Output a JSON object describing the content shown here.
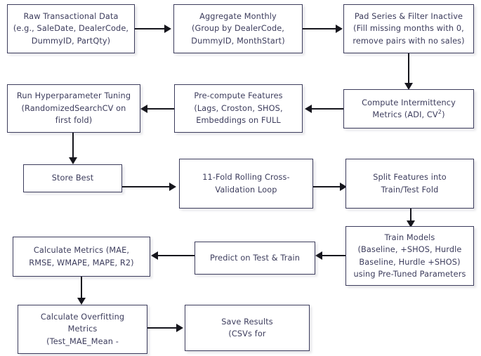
{
  "diagram": {
    "title": "Intermittent Demand Forecasting Pipeline Flowchart",
    "colors": {
      "node_border": "#3c3c5c",
      "node_fill": "#ffffff",
      "text": "#3c3c5c",
      "edge": "#16161d",
      "background": "#ffffff"
    },
    "nodes": [
      {
        "id": "raw-transactional-data",
        "lines": [
          "Raw Transactional Data",
          "(e.g., SaleDate, DealerCode,",
          "DummyID, PartQty)"
        ]
      },
      {
        "id": "aggregate-monthly",
        "lines": [
          "Aggregate Monthly",
          "(Group by DealerCode,",
          "DummyID, MonthStart)"
        ]
      },
      {
        "id": "pad-series-filter-inactive",
        "lines": [
          "Pad Series & Filter Inactive",
          "(Fill missing months with 0,",
          "remove pairs with no sales)"
        ]
      },
      {
        "id": "compute-intermittency-metrics",
        "lines": [
          "Compute Intermittency",
          "Metrics (ADI, CV²)"
        ]
      },
      {
        "id": "pre-compute-features",
        "lines": [
          "Pre-compute Features",
          "(Lags, Croston, SHOS,",
          "Embeddings on FULL"
        ]
      },
      {
        "id": "run-hyperparameter-tuning",
        "lines": [
          "Run Hyperparameter Tuning",
          "(RandomizedSearchCV on",
          "first fold)"
        ]
      },
      {
        "id": "store-best",
        "lines": [
          "Store Best"
        ]
      },
      {
        "id": "rolling-cross-validation-loop",
        "lines": [
          "11-Fold Rolling Cross-",
          "Validation Loop"
        ]
      },
      {
        "id": "split-features-train-test",
        "lines": [
          "Split Features into",
          "Train/Test Fold"
        ]
      },
      {
        "id": "train-models",
        "lines": [
          "Train Models",
          "(Baseline, +SHOS, Hurdle",
          "Baseline, Hurdle +SHOS)",
          "using Pre-Tuned Parameters"
        ]
      },
      {
        "id": "predict-on-test-train",
        "lines": [
          "Predict on Test & Train"
        ]
      },
      {
        "id": "calculate-metrics",
        "lines": [
          "Calculate Metrics (MAE,",
          "RMSE, WMAPE, MAPE, R2)"
        ]
      },
      {
        "id": "calculate-overfitting-metrics",
        "lines": [
          "Calculate Overfitting",
          "Metrics",
          "(Test_MAE_Mean -"
        ]
      },
      {
        "id": "save-results",
        "lines": [
          "Save Results",
          "(CSVs for"
        ]
      }
    ]
  }
}
